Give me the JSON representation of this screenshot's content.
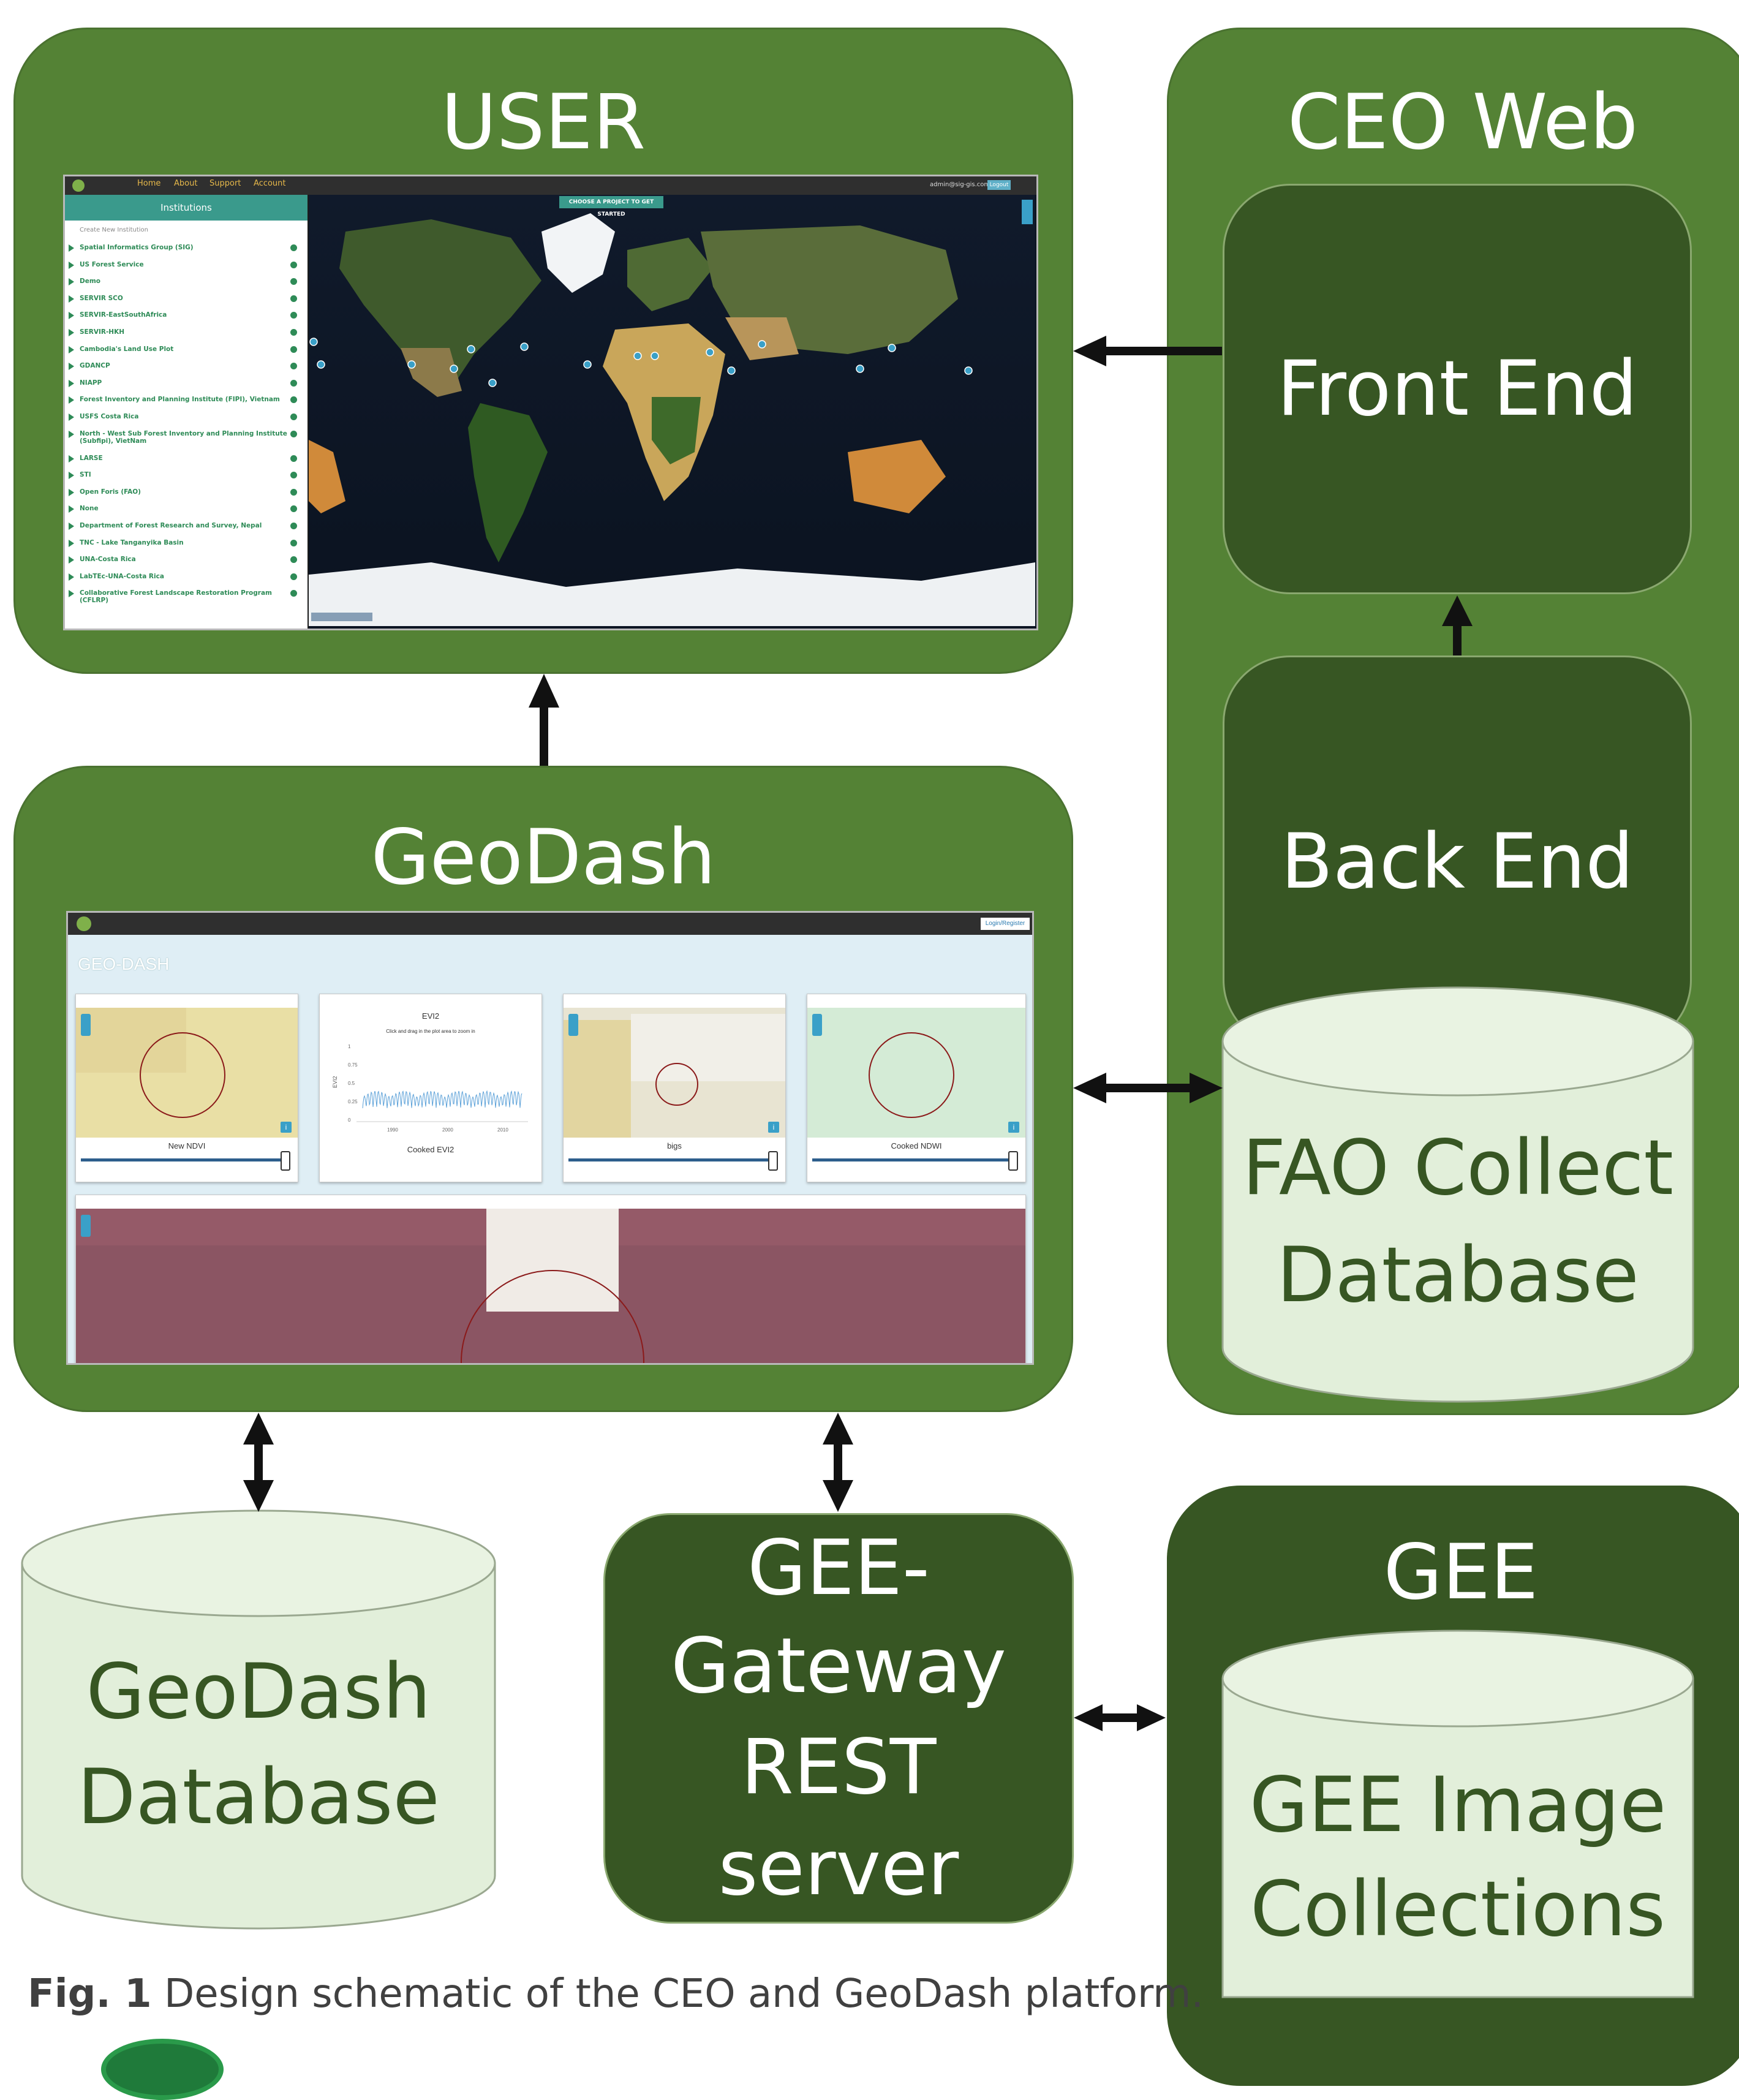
{
  "boxes": {
    "user": "USER",
    "ceo_web": "CEO Web",
    "front_end": "Front End",
    "back_end": "Back End",
    "fao_db_line1": "FAO Collect",
    "fao_db_line2": "Database",
    "geodash": "GeoDash",
    "geodash_db_line1": "GeoDash",
    "geodash_db_line2": "Database",
    "gateway_line1": "GEE-",
    "gateway_line2": "Gateway",
    "gateway_line3": "REST",
    "gateway_line4": "server",
    "gee": "GEE",
    "gee_img_line1": "GEE Image",
    "gee_img_line2": "Collections"
  },
  "caption": {
    "label": "Fig. 1",
    "text": " Design schematic of the CEO and GeoDash platform."
  },
  "ceo_screenshot": {
    "nav": [
      "Home",
      "About",
      "Support",
      "Account"
    ],
    "user_email": "admin@sig-gis.com",
    "logout": "Logout",
    "sidebar_title": "Institutions",
    "create_link": "Create New Institution",
    "banner": "CHOOSE A PROJECT TO GET STARTED",
    "institutions": [
      "Spatial Informatics Group (SIG)",
      "US Forest Service",
      "Demo",
      "SERVIR SCO",
      "SERVIR-EastSouthAfrica",
      "SERVIR-HKH",
      "Cambodia's Land Use Plot",
      "GDANCP",
      "NIAPP",
      "Forest Inventory and Planning Institute (FIPI), Vietnam",
      "USFS Costa Rica",
      "North - West Sub Forest Inventory and Planning Institute",
      "LARSE",
      "STI",
      "Open Foris (FAO)",
      "None",
      "Department of Forest Research and Survey, Nepal",
      "TNC - Lake Tanganyika Basin",
      "UNA-Costa Rica",
      "LabTEc-UNA-Costa Rica",
      "Collaborative Forest Landscape Restoration Program"
    ],
    "inst_sub_north": "(Subfipi), VietNam",
    "inst_sub_collab": "(CFLRP)"
  },
  "geodash_screenshot": {
    "login": "Login/Register",
    "title": "GEO-DASH",
    "panels": [
      "New NDVI",
      "Cooked EVI2",
      "bigs",
      "Cooked NDWI"
    ],
    "chart_title": "EVI2",
    "chart_hint": "Click and drag in the plot area to zoom in",
    "chart_ylabel": "EVI2",
    "chart_yticks": [
      "1",
      "0.75",
      "0.5",
      "0.25",
      "0"
    ],
    "chart_xticks": [
      "1990",
      "2000",
      "2010"
    ]
  }
}
